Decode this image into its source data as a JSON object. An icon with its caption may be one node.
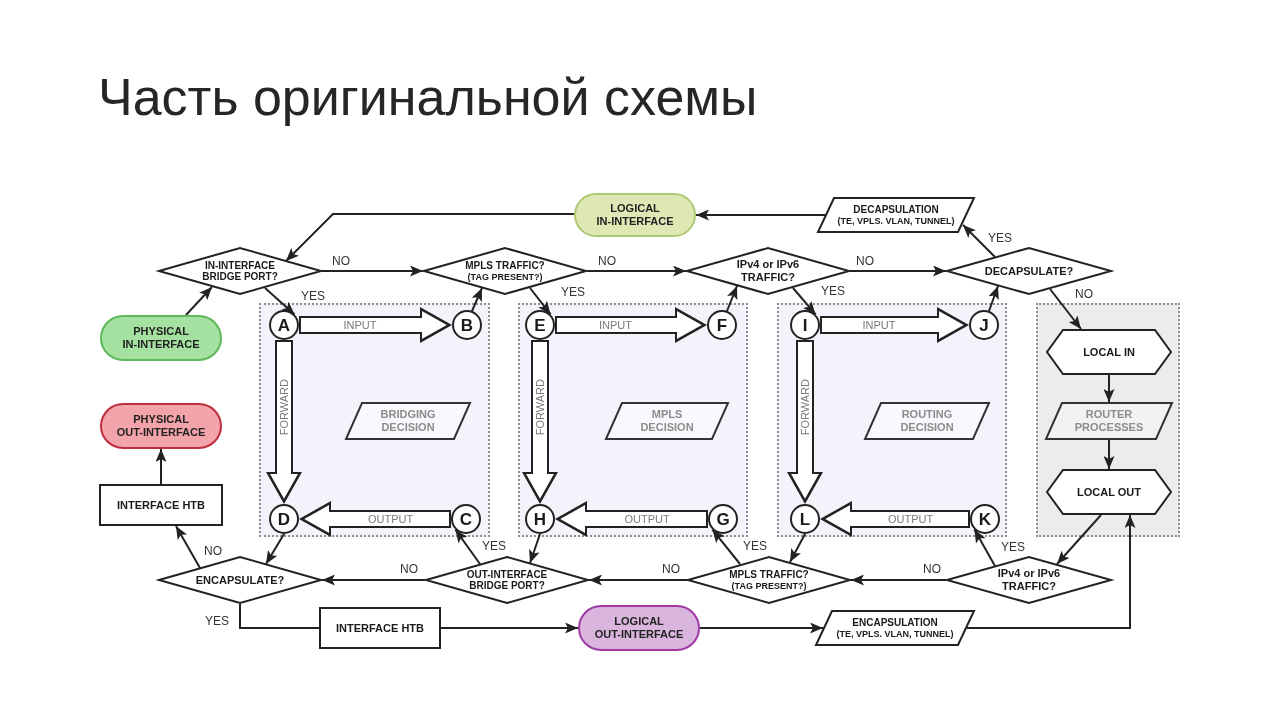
{
  "diagram": {
    "title": "Часть оригинальной схемы",
    "nodes": [
      {
        "text": [
          "LOGICAL IN-INTERFACE"
        ]
      },
      {
        "text": [
          "DECAPSULATION",
          "(TE, VPLS. VLAN, TUNNEL)"
        ]
      },
      {
        "text": [
          "IN-INTERFACE BRIDGE PORT?"
        ]
      },
      {
        "text": [
          "MPLS TRAFFIC?",
          "(TAG PRESENT?)"
        ]
      },
      {
        "text": [
          "IPv4 or IPv6 TRAFFIC?"
        ]
      },
      {
        "text": [
          "DECAPSULATE?"
        ]
      },
      {
        "text": [
          "PHYSICAL IN-INTERFACE"
        ]
      },
      {
        "text": [],
        "shape": "box"
      },
      {
        "text": [
          "A"
        ],
        "in": 7
      },
      {
        "text": [
          "B"
        ],
        "in": 7
      },
      {
        "text": [
          "BRIDGING DECISION"
        ],
        "in": 7
      },
      {
        "text": [
          "D"
        ],
        "in": 7
      },
      {
        "text": [
          "C"
        ],
        "in": 7
      },
      {
        "text": [],
        "shape": "box"
      },
      {
        "text": [
          "E"
        ],
        "in": 13
      },
      {
        "text": [
          "F"
        ],
        "in": 13
      },
      {
        "text": [
          "MPLS DECISION"
        ],
        "in": 13
      },
      {
        "text": [
          "H"
        ],
        "in": 13
      },
      {
        "text": [
          "G"
        ],
        "in": 13
      },
      {
        "text": [],
        "shape": "box"
      },
      {
        "text": [
          "I"
        ],
        "in": 19
      },
      {
        "text": [
          "J"
        ],
        "in": 19
      },
      {
        "text": [
          "ROUTING DECISION"
        ],
        "in": 19
      },
      {
        "text": [
          "L"
        ],
        "in": 19
      },
      {
        "text": [
          "K"
        ],
        "in": 19
      },
      {
        "text": [],
        "shape": "box"
      },
      {
        "text": [
          "LOCAL IN"
        ],
        "in": 25
      },
      {
        "text": [
          "ROUTER PROCESSES"
        ],
        "in": 25
      },
      {
        "text": [
          "LOCAL OUT"
        ],
        "in": 25
      },
      {
        "text": [
          "PHYSICAL OUT-INTERFACE"
        ]
      },
      {
        "text": [
          "INTERFACE HTB"
        ]
      },
      {
        "text": [
          "ENCAPSULATE?"
        ]
      },
      {
        "text": [
          "OUT-INTERFACE BRIDGE PORT?"
        ]
      },
      {
        "text": [
          "MPLS TRAFFIC?",
          "(TAG PRESENT?)"
        ]
      },
      {
        "text": [
          "IPv4 or IPv6 TRAFFIC?"
        ]
      },
      {
        "text": [
          "INTERFACE HTB"
        ]
      },
      {
        "text": [
          "LOGICAL OUT-INTERFACE"
        ]
      },
      {
        "text": [
          "ENCAPSULATION",
          "(TE, VPLS. VLAN, TUNNEL)"
        ]
      }
    ],
    "edges": [
      {
        "from": 6,
        "to": 2,
        "arrow": "to"
      },
      {
        "from": 0,
        "to": 2,
        "arrow": "to"
      },
      {
        "from": 1,
        "to": 0,
        "arrow": "to"
      },
      {
        "from": 2,
        "to": 3,
        "arrow": "to",
        "label": "NO"
      },
      {
        "from": 2,
        "to": 8,
        "arrow": "to",
        "label": "YES"
      },
      {
        "from": 8,
        "to": 9,
        "arrow": "to",
        "label": "INPUT",
        "style": "thick"
      },
      {
        "from": 8,
        "to": 11,
        "arrow": "to",
        "label": "FORWARD",
        "style": "thick"
      },
      {
        "from": 9,
        "to": 3,
        "arrow": "to"
      },
      {
        "from": 3,
        "to": 4,
        "arrow": "to",
        "label": "NO"
      },
      {
        "from": 3,
        "to": 14,
        "arrow": "to",
        "label": "YES"
      },
      {
        "from": 14,
        "to": 15,
        "arrow": "to",
        "label": "INPUT",
        "style": "thick"
      },
      {
        "from": 14,
        "to": 17,
        "arrow": "to",
        "label": "FORWARD",
        "style": "thick"
      },
      {
        "from": 15,
        "to": 4,
        "arrow": "to"
      },
      {
        "from": 4,
        "to": 5,
        "arrow": "to",
        "label": "NO"
      },
      {
        "from": 4,
        "to": 20,
        "arrow": "to",
        "label": "YES"
      },
      {
        "from": 20,
        "to": 21,
        "arrow": "to",
        "label": "INPUT",
        "style": "thick"
      },
      {
        "from": 20,
        "to": 23,
        "arrow": "to",
        "label": "FORWARD",
        "style": "thick"
      },
      {
        "from": 21,
        "to": 5,
        "arrow": "to"
      },
      {
        "from": 5,
        "to": 1,
        "arrow": "to",
        "label": "YES"
      },
      {
        "from": 5,
        "to": 26,
        "arrow": "to",
        "label": "NO"
      },
      {
        "from": 26,
        "to": 27,
        "arrow": "to"
      },
      {
        "from": 27,
        "to": 28,
        "arrow": "to"
      },
      {
        "from": 28,
        "to": 34,
        "arrow": "to"
      },
      {
        "from": 34,
        "to": 24,
        "arrow": "to",
        "label": "YES"
      },
      {
        "from": 34,
        "to": 33,
        "arrow": "to",
        "label": "NO"
      },
      {
        "from": 24,
        "to": 23,
        "arrow": "to",
        "label": "OUTPUT",
        "style": "thick"
      },
      {
        "from": 23,
        "to": 33,
        "arrow": "to"
      },
      {
        "from": 33,
        "to": 18,
        "arrow": "to",
        "label": "YES"
      },
      {
        "from": 33,
        "to": 32,
        "arrow": "to",
        "label": "NO"
      },
      {
        "from": 18,
        "to": 17,
        "arrow": "to",
        "label": "OUTPUT",
        "style": "thick"
      },
      {
        "from": 17,
        "to": 32,
        "arrow": "to"
      },
      {
        "from": 32,
        "to": 12,
        "arrow": "to",
        "label": "YES"
      },
      {
        "from": 32,
        "to": 31,
        "arrow": "to",
        "label": "NO"
      },
      {
        "from": 12,
        "to": 11,
        "arrow": "to",
        "label": "OUTPUT",
        "style": "thick"
      },
      {
        "from": 11,
        "to": 31,
        "arrow": "to"
      },
      {
        "from": 31,
        "to": 30,
        "arrow": "to",
        "label": "NO"
      },
      {
        "from": 30,
        "to": 29,
        "arrow": "to"
      },
      {
        "from": 31,
        "to": 35,
        "arrow": "none",
        "label": "YES"
      },
      {
        "from": 35,
        "to": 36,
        "arrow": "to"
      },
      {
        "from": 36,
        "to": 37,
        "arrow": "to"
      },
      {
        "from": 37,
        "to": 28,
        "arrow": "to"
      }
    ]
  }
}
